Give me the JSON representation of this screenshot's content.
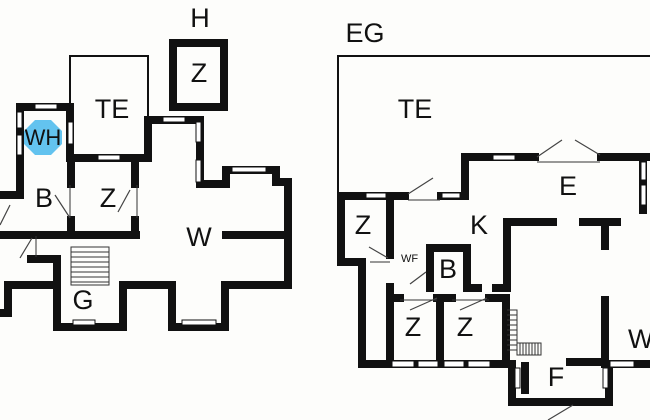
{
  "upper_floor": {
    "title": "H",
    "rooms": {
      "storage_top": "Z",
      "terrace": "TE",
      "utility": "WH",
      "bath": "B",
      "bedroom": "Z",
      "living": "W",
      "gallery": "G"
    }
  },
  "ground_floor": {
    "title": "EG",
    "rooms": {
      "terrace": "TE",
      "dining": "E",
      "kitchen": "K",
      "room_left": "Z",
      "wc": "WF",
      "bath": "B",
      "room_a": "Z",
      "room_b": "Z",
      "living": "W",
      "hall": "F"
    }
  },
  "colors": {
    "highlight": "#63c3ef",
    "wall": "#111111",
    "background": "#fdfdfb"
  }
}
